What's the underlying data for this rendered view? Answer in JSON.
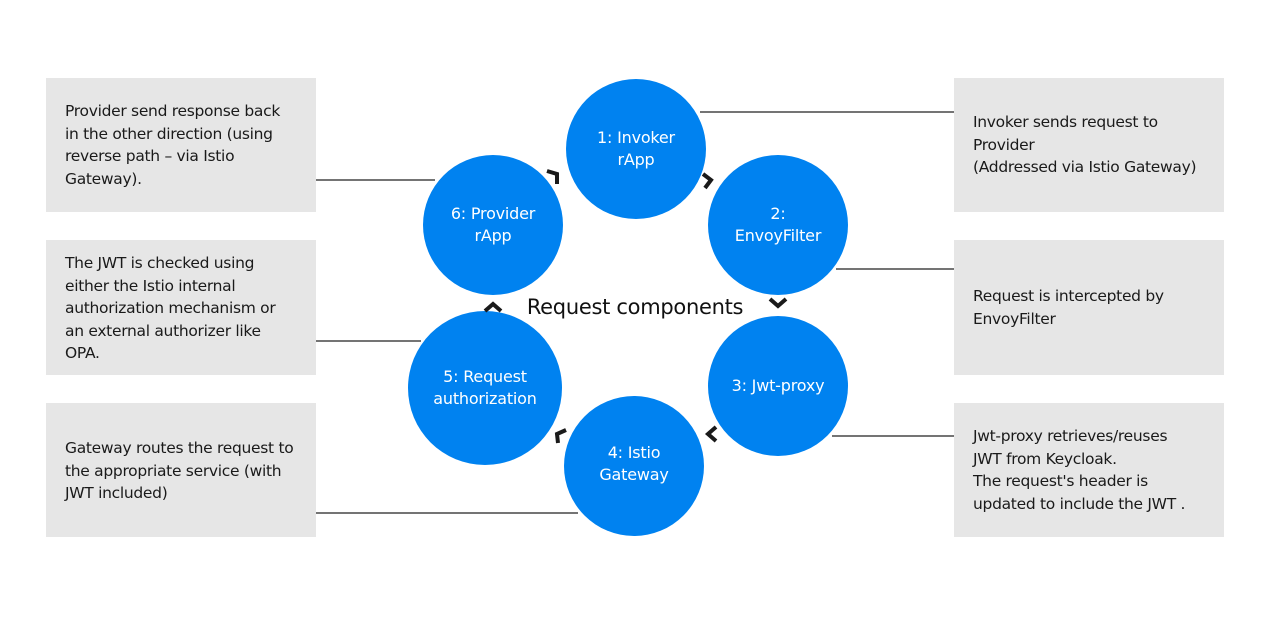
{
  "colors": {
    "circle": "#0082f0",
    "box": "#e6e6e6",
    "line": "#222222"
  },
  "center_label": "Request components",
  "steps": [
    {
      "label": "1: Invoker\nrApp"
    },
    {
      "label": "2:\nEnvoyFilter"
    },
    {
      "label": "3: Jwt-proxy"
    },
    {
      "label": "4: Istio\nGateway"
    },
    {
      "label": "5: Request\nauthorization"
    },
    {
      "label": "6: Provider\nrApp"
    }
  ],
  "notes": {
    "left": [
      "Provider send response back\nin the other direction (using\nreverse path – via Istio\nGateway).",
      "The JWT is checked using\neither the Istio internal\nauthorization mechanism or\nan external authorizer like\nOPA.",
      "Gateway routes the request to\nthe appropriate service (with\nJWT included)"
    ],
    "right": [
      "Invoker sends request to\nProvider\n(Addressed via Istio Gateway)",
      "Request is intercepted by\nEnvoyFilter",
      "Jwt-proxy retrieves/reuses\nJWT from Keycloak.\nThe request's header is\nupdated to include the JWT ."
    ]
  }
}
